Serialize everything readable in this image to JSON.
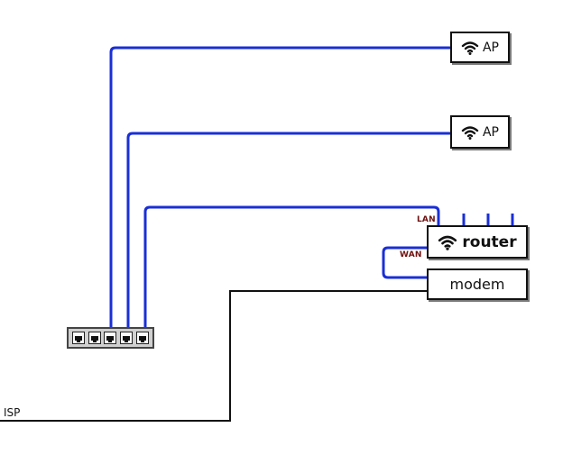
{
  "devices": {
    "ap_top": {
      "label": "AP",
      "icon": "wifi-icon"
    },
    "ap_bottom": {
      "label": "AP",
      "icon": "wifi-icon"
    },
    "router": {
      "label": "router",
      "icon": "wifi-icon"
    },
    "modem": {
      "label": "modem"
    },
    "switch": {
      "icon": "network-switch-icon",
      "ports": 5
    }
  },
  "port_labels": {
    "lan": "LAN",
    "wan": "WAN"
  },
  "isp": {
    "label": "ISP"
  },
  "colors": {
    "ethernet_cable": "#1a2fd6",
    "isp_cable": "#111111",
    "port_label": "#6e1010",
    "box_border": "#111111",
    "box_shadow": "#7a7a7a"
  }
}
